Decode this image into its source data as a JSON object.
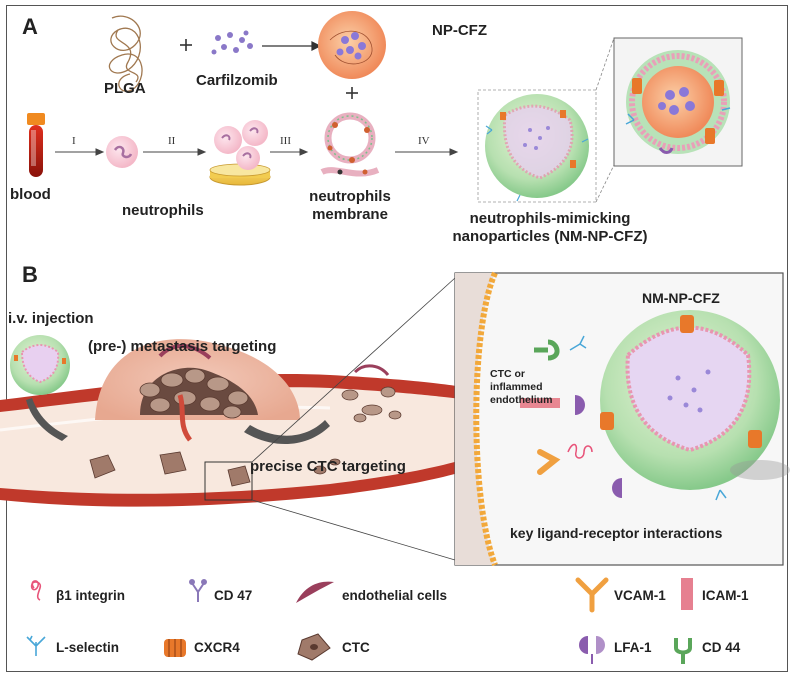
{
  "panel_a": {
    "letter": "A",
    "plga": "PLGA",
    "carfilzomib": "Carfilzomib",
    "np_cfz": "NP-CFZ",
    "blood": "blood",
    "neutrophils": "neutrophils",
    "membrane_line1": "neutrophils",
    "membrane_line2": "membrane",
    "product_line1": "neutrophils-mimicking",
    "product_line2": "nanoparticles (NM-NP-CFZ)",
    "steps": [
      "I",
      "II",
      "III",
      "IV"
    ],
    "plus": "+"
  },
  "panel_b": {
    "letter": "B",
    "injection": "i.v. injection",
    "metastasis": "(pre-) metastasis targeting",
    "ctc_targeting": "precise CTC targeting",
    "inset_particle": "NM-NP-CFZ",
    "ctc_line1": "CTC or",
    "ctc_line2": "inflammed",
    "ctc_line3": "endothelium",
    "interactions": "key ligand-receptor interactions"
  },
  "legend": [
    {
      "label": "β1 integrin",
      "icon": "beta1-integrin-icon"
    },
    {
      "label": "CD 47",
      "icon": "cd47-icon"
    },
    {
      "label": "endothelial cells",
      "icon": "endothelial-cell-icon"
    },
    {
      "label": "VCAM-1",
      "icon": "vcam1-icon"
    },
    {
      "label": "ICAM-1",
      "icon": "icam1-icon"
    },
    {
      "label": "L-selectin",
      "icon": "l-selectin-icon"
    },
    {
      "label": "CXCR4",
      "icon": "cxcr4-icon"
    },
    {
      "label": "CTC",
      "icon": "ctc-icon"
    },
    {
      "label": "LFA-1",
      "icon": "lfa1-icon"
    },
    {
      "label": "CD 44",
      "icon": "cd44-icon"
    }
  ],
  "colors": {
    "vessel": "#b8362f",
    "vessel_inner": "#f6e6dc",
    "nanoparticle_core": "#f4a77a",
    "membrane_green": "#a8dcae",
    "ctc": "#a07a6a",
    "vcam": "#f0a040",
    "icam": "#e46a78",
    "lfa": "#8a5cae",
    "cd44": "#5aa65a",
    "selectin": "#49a7d8",
    "cxcr4": "#e8782a",
    "endothelial": "#9a3f5c",
    "orange_boundary": "#f2a83a"
  }
}
